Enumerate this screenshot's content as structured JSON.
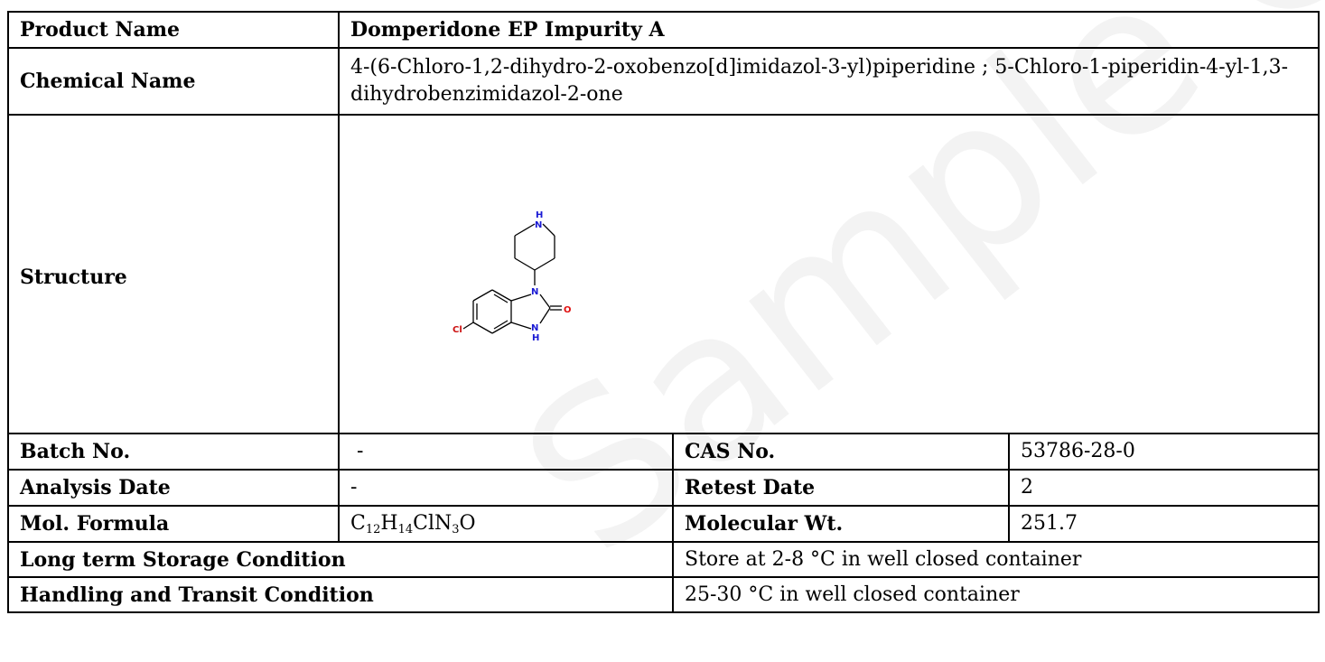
{
  "watermark": {
    "text": "Sample COA",
    "color": "#f3f3f3"
  },
  "product_name": {
    "label": "Product Name",
    "value": "Domperidone EP Impurity A"
  },
  "chemical_name": {
    "label": "Chemical Name",
    "value": "4-(6-Chloro-1,2-dihydro-2-oxobenzo[d]imidazol-3-yl)piperidine ; 5-Chloro-1-piperidin-4-yl-1,3-dihydrobenzimidazol-2-one"
  },
  "structure": {
    "label": "Structure",
    "atoms": {
      "nh_h": "H",
      "nh_n": "N",
      "n1": "N",
      "oxygen": "O",
      "chlorine": "Cl",
      "n3": "N",
      "n3_h": "H"
    },
    "colors": {
      "nitrogen": "#1a1ad4",
      "oxygen": "#e01010",
      "chlorine": "#cc1111",
      "bond": "#000000"
    }
  },
  "batch_no": {
    "label": "Batch No.",
    "value": " -"
  },
  "cas_no": {
    "label": "CAS No.",
    "value": "53786-28-0"
  },
  "analysis_date": {
    "label": "Analysis Date",
    "value": "-"
  },
  "retest_date": {
    "label": "Retest Date",
    "value": "2"
  },
  "mol_formula": {
    "label": "Mol. Formula",
    "parts": {
      "c": "C",
      "c_n": "12",
      "h": "H",
      "h_n": "14",
      "cln": "ClN",
      "n_n": "3",
      "o": "O"
    }
  },
  "molecular_wt": {
    "label": "Molecular Wt.",
    "value": "251.7"
  },
  "storage": {
    "label": "Long term Storage Condition",
    "value": "Store at 2-8 °C in well closed container"
  },
  "handling": {
    "label": "Handling and Transit Condition",
    "value": "25-30 °C in well closed container"
  }
}
